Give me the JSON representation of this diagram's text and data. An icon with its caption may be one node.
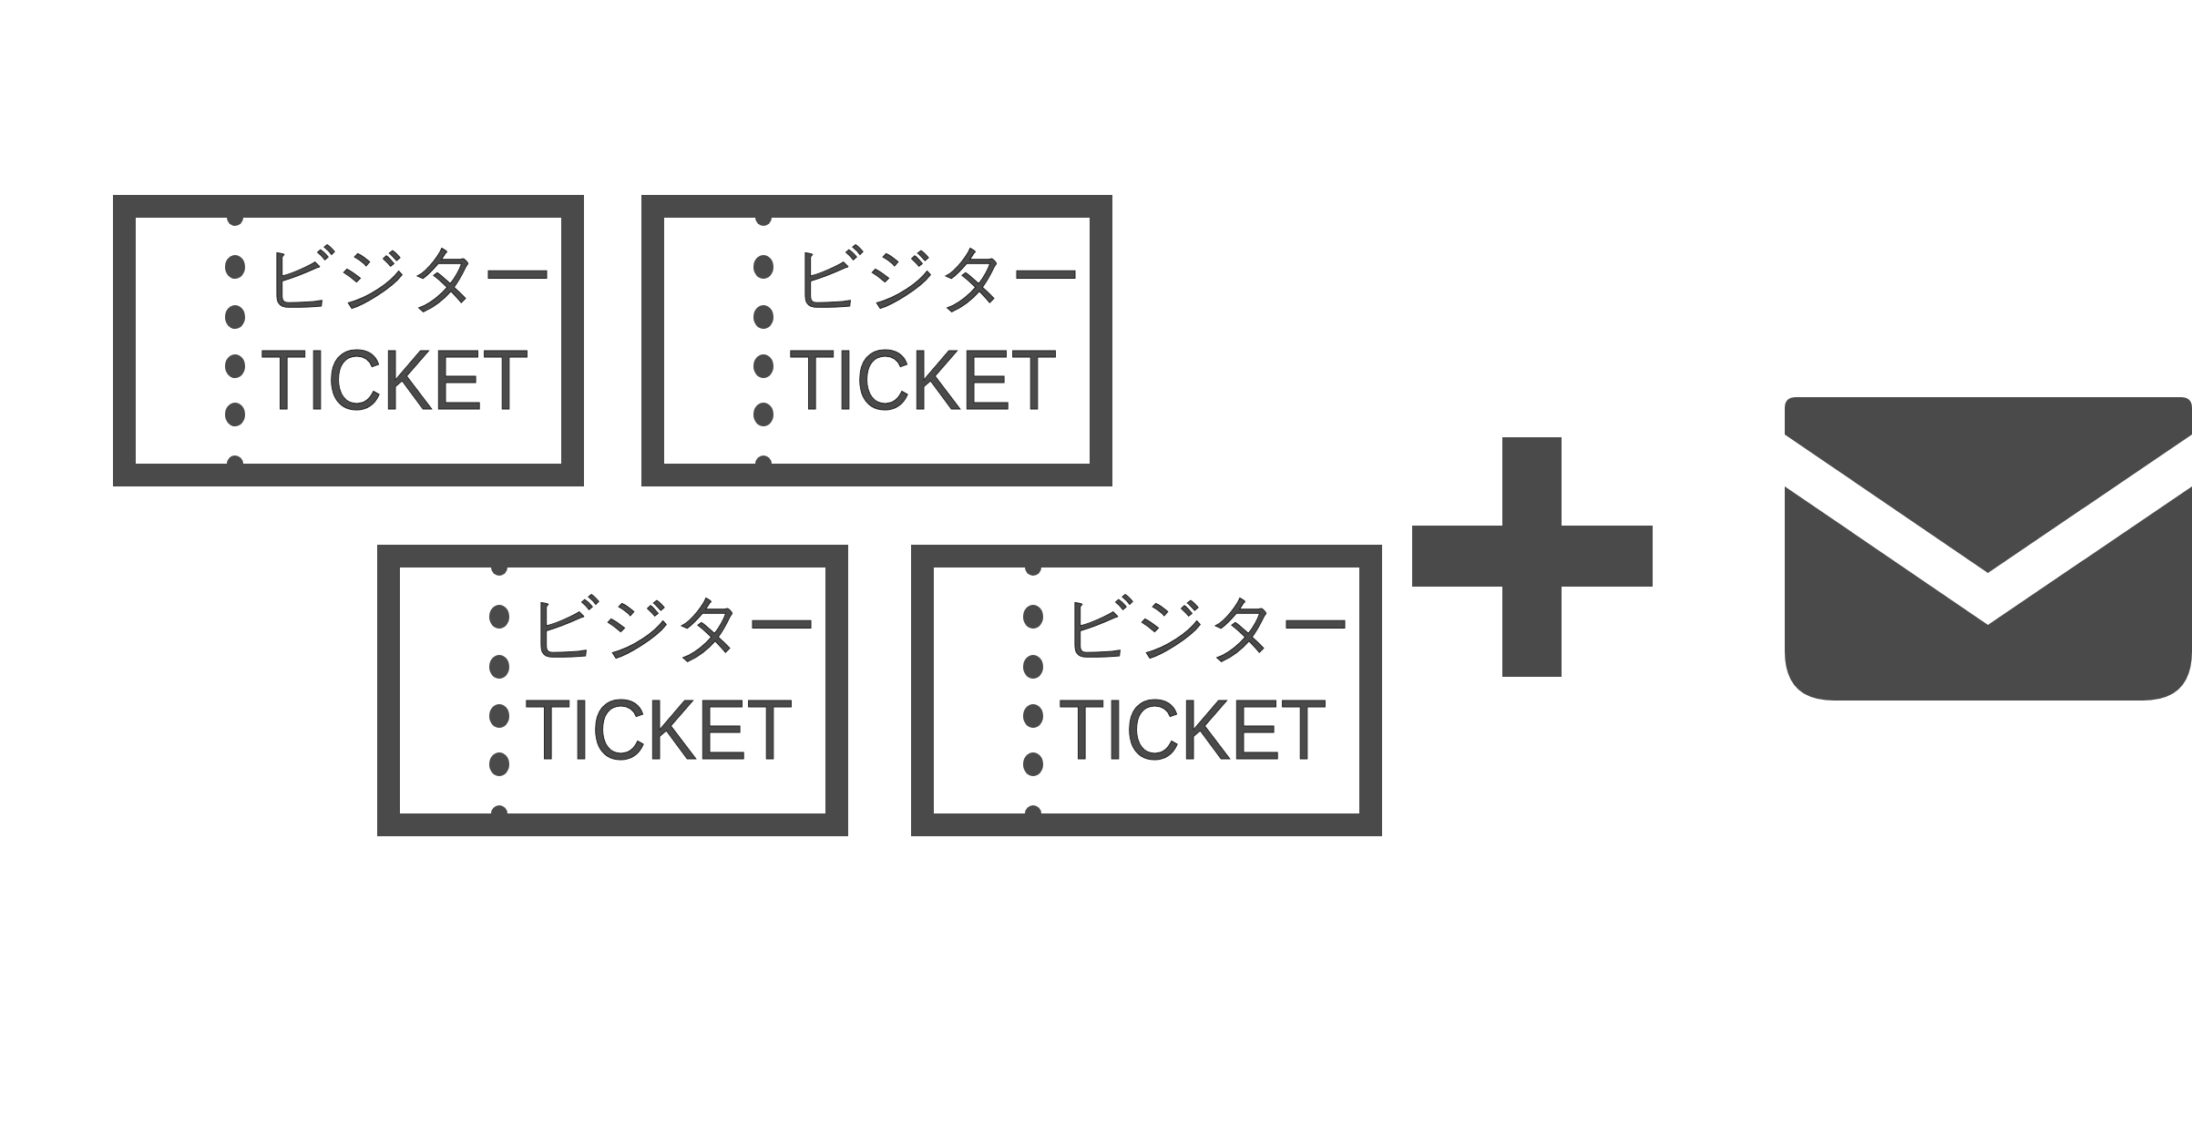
{
  "diagram": {
    "nodes": [
      {
        "text": [
          "ビジター",
          "TICKET"
        ]
      },
      {
        "text": [
          "ビジター",
          "TICKET"
        ]
      },
      {
        "text": [
          "ビジター",
          "TICKET"
        ]
      },
      {
        "text": [
          "ビジター",
          "TICKET"
        ]
      }
    ]
  }
}
